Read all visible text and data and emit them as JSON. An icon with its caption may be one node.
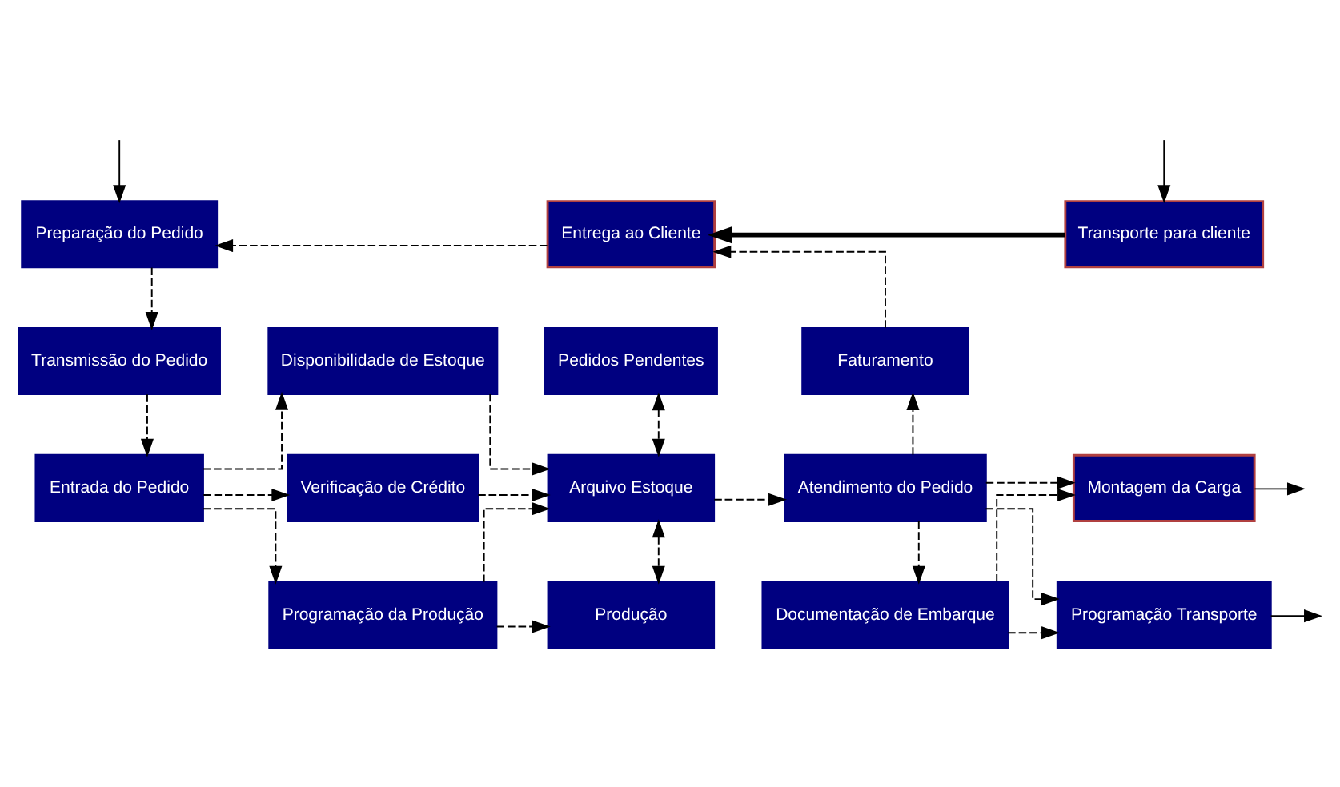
{
  "diagram": {
    "nodes": [
      {
        "text": [
          "Preparação do Pedido"
        ]
      },
      {
        "text": [
          "Entrega ao Cliente"
        ]
      },
      {
        "text": [
          "Transporte para cliente"
        ]
      },
      {
        "text": [
          "Transmissão do Pedido"
        ]
      },
      {
        "text": [
          "Disponibilidade de Estoque"
        ]
      },
      {
        "text": [
          "Pedidos Pendentes"
        ]
      },
      {
        "text": [
          "Faturamento"
        ]
      },
      {
        "text": [
          "Entrada do Pedido"
        ]
      },
      {
        "text": [
          "Verificação de Crédito"
        ]
      },
      {
        "text": [
          "Arquivo Estoque"
        ]
      },
      {
        "text": [
          "Atendimento do Pedido"
        ]
      },
      {
        "text": [
          "Montagem da Carga"
        ]
      },
      {
        "text": [
          "Programação da Produção"
        ]
      },
      {
        "text": [
          "Produção"
        ]
      },
      {
        "text": [
          "Documentação de Embarque"
        ]
      },
      {
        "text": [
          "Programação Transporte"
        ]
      }
    ],
    "edges": [
      {
        "from": null,
        "to": 0,
        "arrow": "to"
      },
      {
        "from": 1,
        "to": 0,
        "arrow": "to",
        "style": "dashed"
      },
      {
        "from": 2,
        "to": 1,
        "arrow": "to",
        "style": "thick"
      },
      {
        "from": null,
        "to": 2,
        "arrow": "to"
      },
      {
        "from": 0,
        "to": 3,
        "arrow": "to",
        "style": "dashed"
      },
      {
        "from": 3,
        "to": 7,
        "arrow": "to",
        "style": "dashed"
      },
      {
        "from": 7,
        "to": 4,
        "arrow": "to",
        "style": "dashed"
      },
      {
        "from": 7,
        "to": 8,
        "arrow": "to",
        "style": "dashed"
      },
      {
        "from": 7,
        "to": 12,
        "arrow": "to",
        "style": "dashed"
      },
      {
        "from": 4,
        "to": 9,
        "arrow": "to",
        "style": "dashed"
      },
      {
        "from": 8,
        "to": 9,
        "arrow": "to",
        "style": "dashed"
      },
      {
        "from": 12,
        "to": 9,
        "arrow": "to",
        "style": "dashed"
      },
      {
        "from": 5,
        "to": 9,
        "arrow": "both",
        "style": "dashed"
      },
      {
        "from": 9,
        "to": 13,
        "arrow": "both",
        "style": "dashed"
      },
      {
        "from": 12,
        "to": 13,
        "arrow": "to",
        "style": "dashed"
      },
      {
        "from": 9,
        "to": 10,
        "arrow": "to",
        "style": "dashed"
      },
      {
        "from": 10,
        "to": 6,
        "arrow": "to",
        "style": "dashed"
      },
      {
        "from": 6,
        "to": 1,
        "arrow": "to",
        "style": "dashed"
      },
      {
        "from": 10,
        "to": 14,
        "arrow": "to",
        "style": "dashed"
      },
      {
        "from": 10,
        "to": 11,
        "arrow": "to",
        "style": "dashed"
      },
      {
        "from": 10,
        "to": 15,
        "arrow": "to",
        "style": "dashed"
      },
      {
        "from": 14,
        "to": 11,
        "arrow": "to",
        "style": "dashed"
      },
      {
        "from": 14,
        "to": 15,
        "arrow": "to",
        "style": "dashed"
      },
      {
        "from": 11,
        "to": null,
        "arrow": "to"
      },
      {
        "from": 15,
        "to": null,
        "arrow": "to"
      }
    ]
  }
}
